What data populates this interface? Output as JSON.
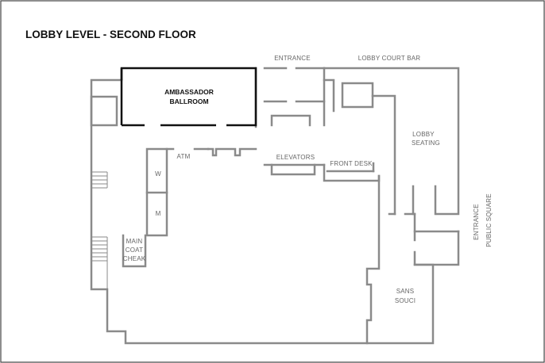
{
  "title": "LOBBY LEVEL - SECOND FLOOR",
  "labels": {
    "entrance_top": "ENTRANCE",
    "lobby_court_bar": "LOBBY COURT BAR",
    "ambassador_ballroom": [
      "AMBASSADOR",
      "BALLROOM"
    ],
    "lobby_seating": [
      "LOBBY",
      "SEATING"
    ],
    "atm": "ATM",
    "elevators": "ELEVATORS",
    "front_desk": "FRONT DESK",
    "restroom_women": "W",
    "restroom_men": "M",
    "main_coat_check": [
      "MAIN",
      "COAT",
      "CHEAK"
    ],
    "sans_souci": [
      "SANS",
      "SOUCI"
    ],
    "entrance_side": "ENTRANCE",
    "public_square": "PUBLIC SQUARE"
  }
}
